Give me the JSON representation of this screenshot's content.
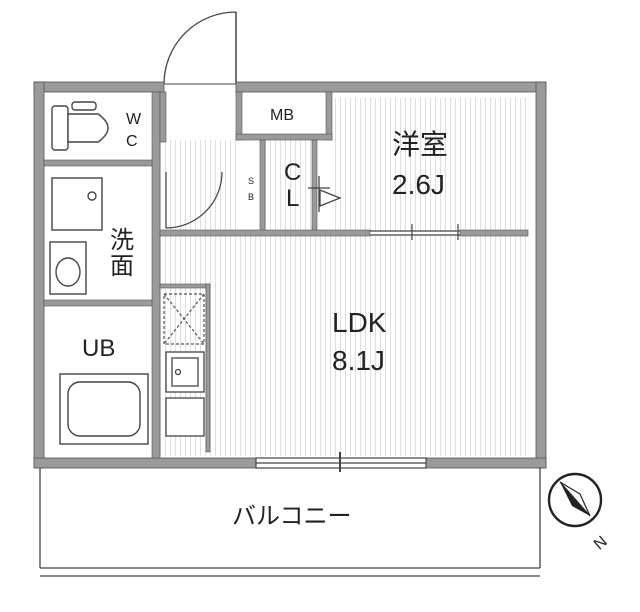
{
  "labels": {
    "wc_top": "W",
    "wc_bottom": "C",
    "mb": "MB",
    "yoshitsu_name": "洋室",
    "yoshitsu_size": "2.6J",
    "cl_top": "C",
    "cl_bottom": "L",
    "sb_top": "S",
    "sb_bottom": "B",
    "washroom_top": "洗",
    "washroom_bottom": "面",
    "ub": "UB",
    "ldk_name": "LDK",
    "ldk_size": "8.1J",
    "balcony": "バルコニー",
    "compass_n": "N"
  },
  "colors": {
    "wall": "#9a9a9a",
    "wall_outline": "#555555",
    "floor_stripes": "#dedede",
    "fixture_line": "#444444"
  }
}
